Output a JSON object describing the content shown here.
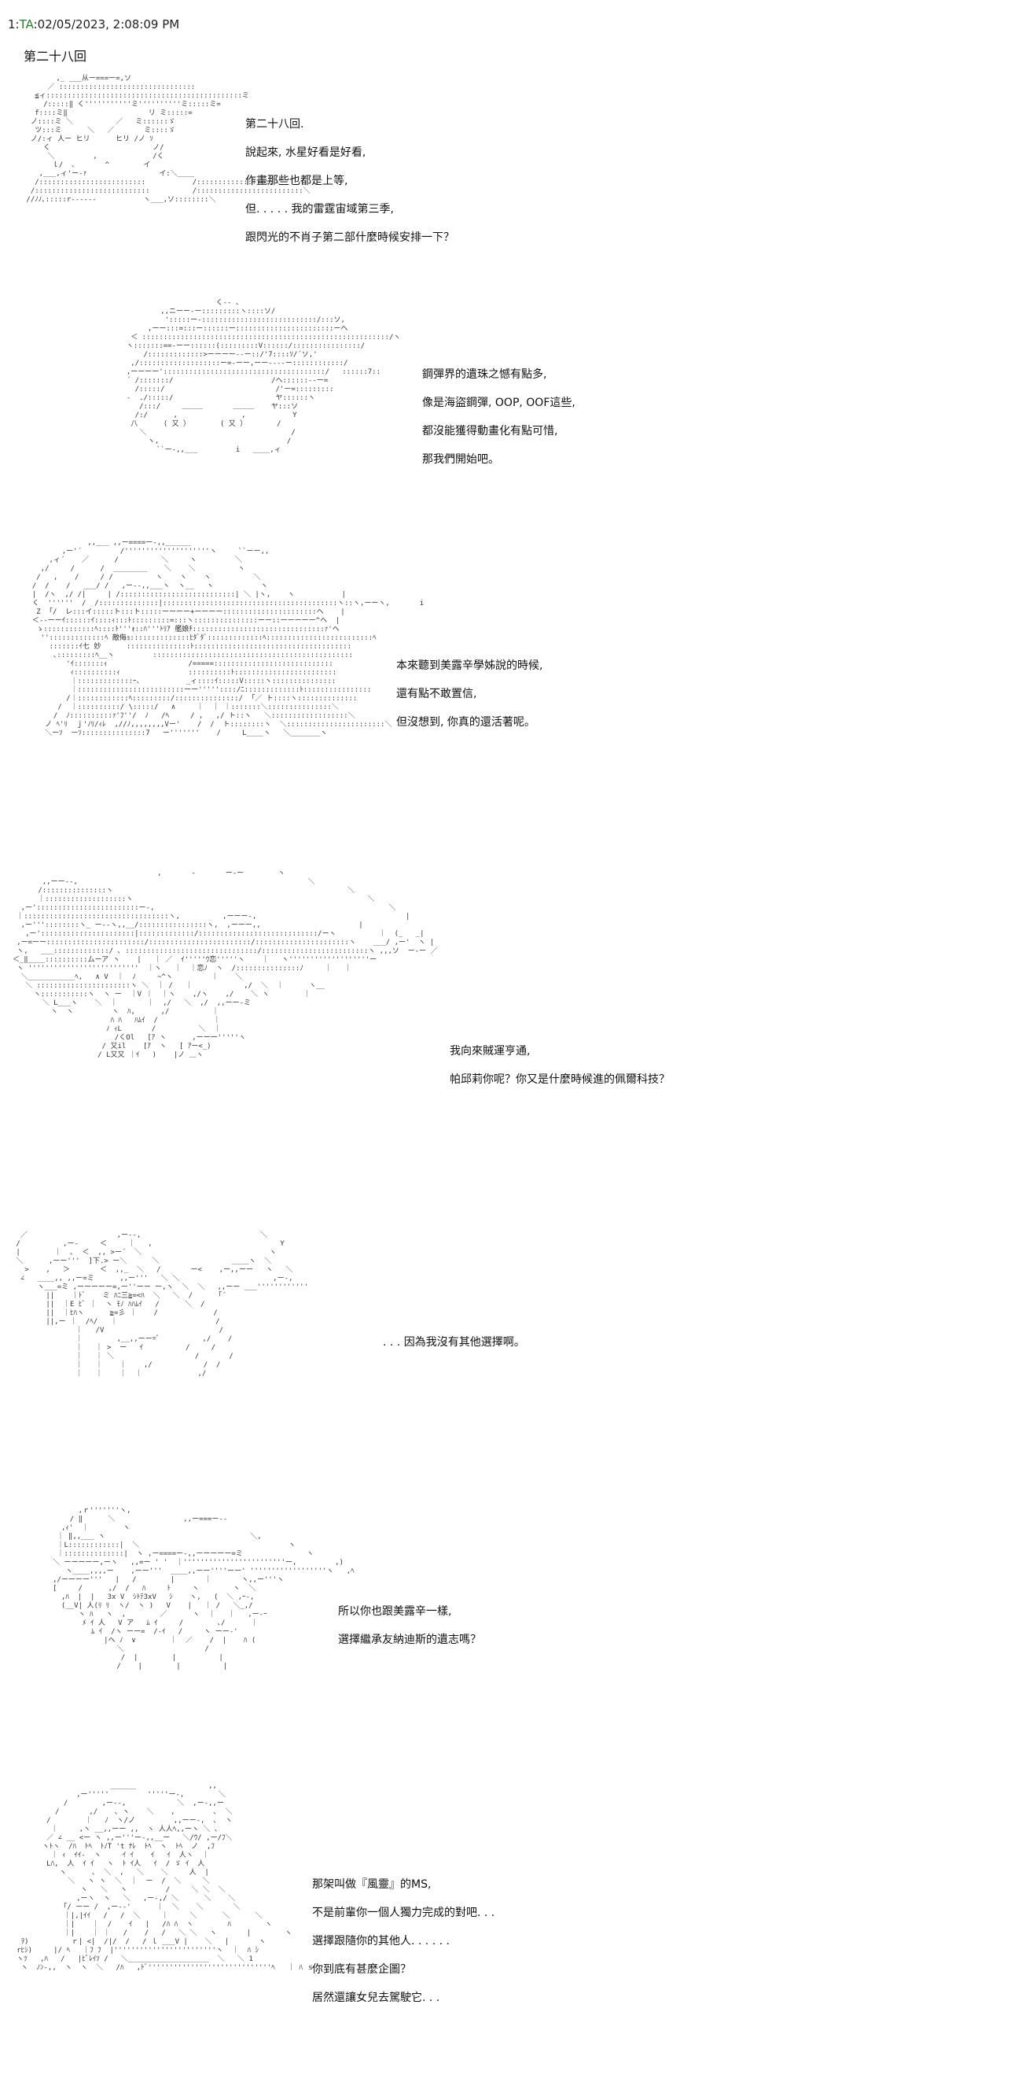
{
  "header": {
    "post_number": "1",
    "name": "TA",
    "timestamp": ":02/05/2023, 2:08:09 PM"
  },
  "chapter_title": "第二十八回",
  "panels": [
    {
      "lines": [
        "第二十八回.",
        "說起來, 水星好看是好看,",
        "作畫那些也都是上等,",
        "但. . . . . 我的雷霆宙域第三季,",
        "跟閃光的不肖子第二部什麼時候安排一下？"
      ]
    },
    {
      "lines": [
        "鋼彈界的遺珠之憾有點多,",
        "像是海盜鋼彈, OOP, OOF這些,",
        "都沒能獲得動畫化有點可惜,",
        "那我們開始吧。"
      ]
    },
    {
      "lines": [
        "本來聽到美露辛學姊說的時候,",
        "還有點不敢置信,",
        "但沒想到, 你真的還活著呢。"
      ]
    },
    {
      "lines": [
        "我向來賊運亨通,",
        "帕邱莉你呢？你又是什麼時候進的佩爾科技？"
      ]
    },
    {
      "lines": [
        ". . . 因為我沒有其他選擇啊。"
      ]
    },
    {
      "lines": [
        "所以你也跟美露辛一樣,",
        "選擇繼承友納迪斯的遺志嗎？"
      ]
    },
    {
      "lines": [
        "那架叫做『風靈』的MS,",
        "不是前輩你一個人獨力完成的對吧. . .",
        "選擇跟隨你的其他人. . . . . .",
        "你到底有甚麼企圖？",
        "居然還讓女兒去駕駛它. . ."
      ]
    }
  ]
}
